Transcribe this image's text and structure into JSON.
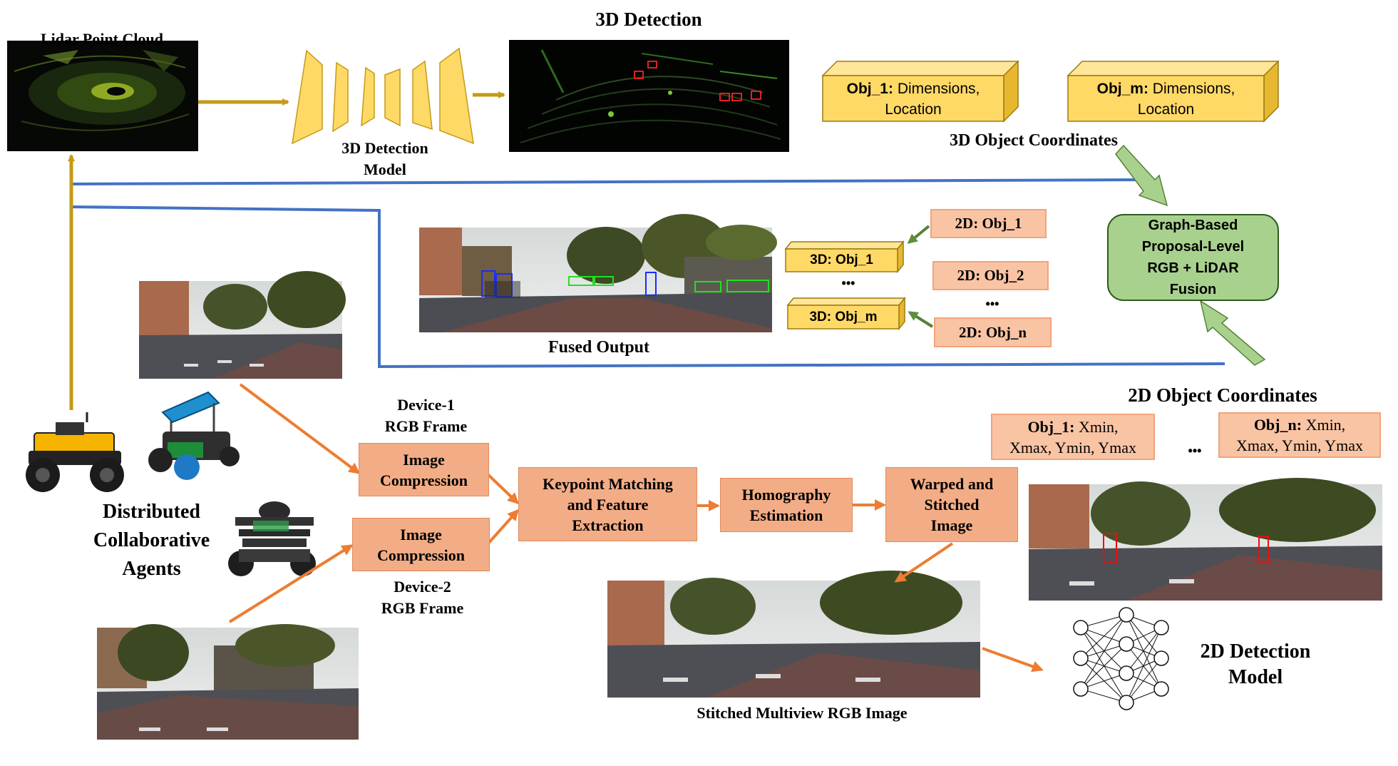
{
  "lidar": {
    "title": "Lidar Point  Cloud"
  },
  "detection3d": {
    "title": "3D Detection",
    "model_label": "3D Detection Model",
    "model_line1": "3D Detection",
    "model_line2": "Model"
  },
  "object3d": {
    "caption": "3D Object Coordinates",
    "items": [
      {
        "name": "Obj_1:",
        "rest1": " Dimensions,",
        "rest2": "Location"
      },
      {
        "name": "Obj_m:",
        "rest1": " Dimensions,",
        "rest2": "Location"
      }
    ]
  },
  "fusion": {
    "line1": "Graph-Based",
    "line2": "Proposal-Level",
    "line3": "RGB + LiDAR",
    "line4": "Fusion"
  },
  "fused_output": {
    "caption": "Fused Output"
  },
  "matching3d": {
    "left": [
      "3D: Obj_1",
      "3D: Obj_m"
    ],
    "right": [
      "2D: Obj_1",
      "2D: Obj_2",
      "2D: Obj_n"
    ],
    "ellipsis_left": "•••",
    "ellipsis_right": "•••"
  },
  "object2d": {
    "caption": "2D Object Coordinates",
    "items": [
      {
        "name": "Obj_1:",
        "rest1": " Xmin,",
        "rest2": "Xmax, Ymin, Ymax"
      },
      {
        "name": "Obj_n:",
        "rest1": " Xmin,",
        "rest2": "Xmax, Ymin, Ymax"
      }
    ],
    "ellipsis": "•••"
  },
  "agents": {
    "line1": "Distributed",
    "line2": "Collaborative",
    "line3": "Agents"
  },
  "device1": {
    "line1": "Device-1",
    "line2": "RGB Frame"
  },
  "device2": {
    "line1": "Device-2",
    "line2": "RGB Frame"
  },
  "pipeline": {
    "compression1": {
      "line1": "Image",
      "line2": "Compression"
    },
    "compression2": {
      "line1": "Image",
      "line2": "Compression"
    },
    "keypoint": {
      "line1": "Keypoint Matching",
      "line2": "and Feature",
      "line3": "Extraction"
    },
    "homography": {
      "line1": "Homography",
      "line2": "Estimation"
    },
    "warped": {
      "line1": "Warped and",
      "line2": "Stitched",
      "line3": "Image"
    }
  },
  "stitched": {
    "caption": "Stitched Multiview RGB Image"
  },
  "detection2d": {
    "line1": "2D Detection",
    "line2": "Model"
  },
  "colors": {
    "gold_arrow": "#c49a16",
    "blue_line": "#4472c4",
    "orange_arrow": "#ed7d31",
    "green_arrow": "#8fc26a",
    "yellow_box": "#ffd966",
    "fusion_box": "#a9d18e"
  }
}
